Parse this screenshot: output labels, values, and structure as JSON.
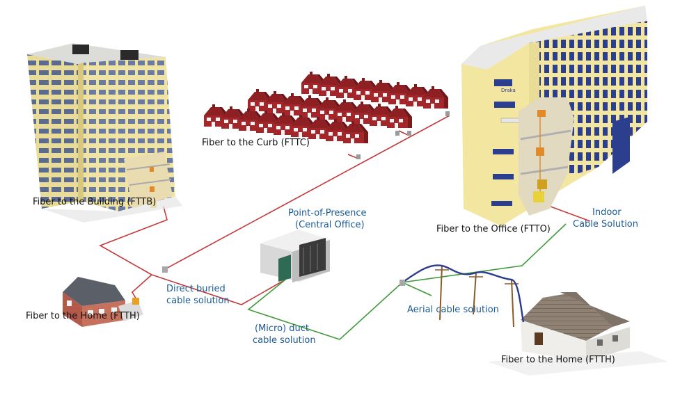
{
  "labels": {
    "fttb": "Fiber to the Building (FTTB)",
    "fttc": "Fiber to the Curb (FTTC)",
    "ftth_left": "Fiber to the Home (FTTH)",
    "ftth_right": "Fiber to the Home (FTTH)",
    "ftto": "Fiber to the Office (FTTO)",
    "pop_line1": "Point-of-Presence",
    "pop_line2": "(Central Office)",
    "indoor_line1": "Indoor",
    "indoor_line2": "Cable Solution",
    "direct_line1": "Direct buried",
    "direct_line2": "cable solution",
    "micro_line1": "(Micro) duct",
    "micro_line2": "cable solution",
    "aerial": "Aerial cable solution",
    "office_sign": "Draka"
  },
  "colors": {
    "fiber_red": "#c23a3a",
    "fiber_green": "#3f9a3a",
    "aerial_blue": "#2b3a8c",
    "label_blue": "#1a5a96",
    "building_cream": "#f3e6a0",
    "roof_red": "#8e1f22",
    "window_blue": "#2c3f8f"
  }
}
